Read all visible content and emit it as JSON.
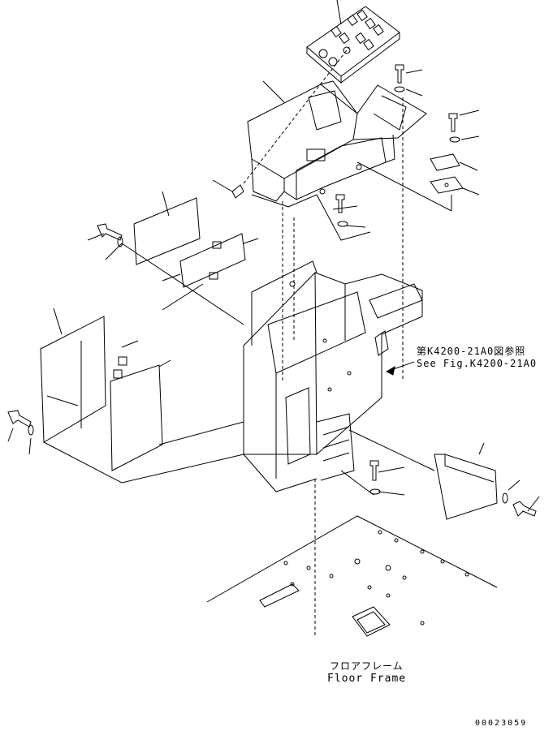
{
  "labels": {
    "reference_jp": "第K4200-21A0図参照",
    "reference_en": "See Fig.K4200-21A0",
    "floor_frame_jp": "フロアフレーム",
    "floor_frame_en": "Floor Frame",
    "drawing_number": "00023059"
  },
  "colors": {
    "line": "#000000",
    "background": "#ffffff"
  }
}
